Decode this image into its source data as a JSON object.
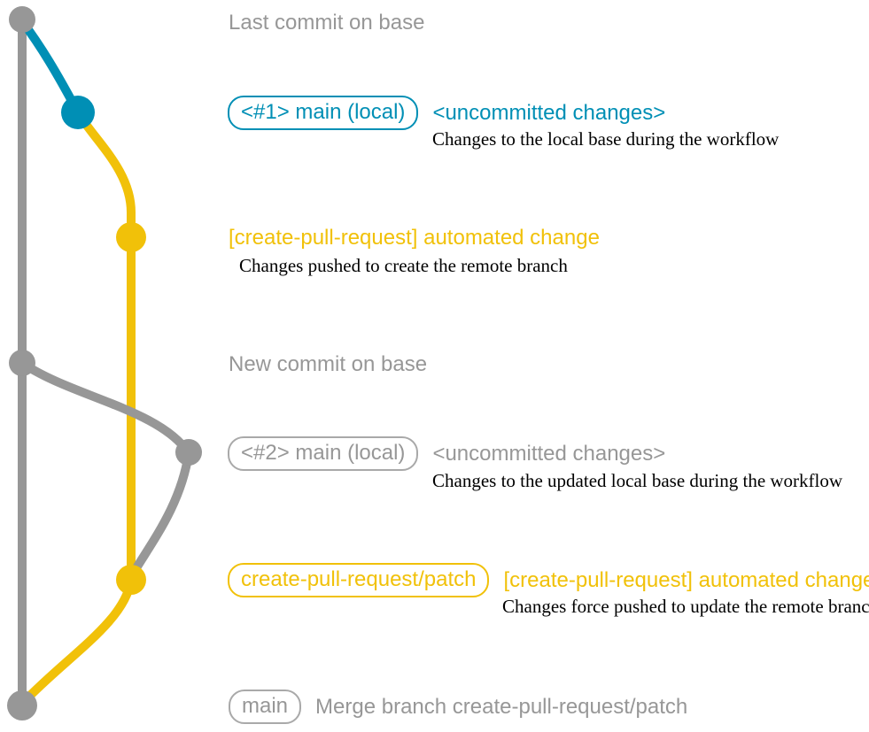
{
  "colors": {
    "gray": "#979797",
    "teal": "#008fb5",
    "yellow": "#f1c109",
    "text_black": "#000000"
  },
  "graph": {
    "branches": [
      {
        "name": "base-main",
        "color": "#979797"
      },
      {
        "name": "main-local",
        "color": "#008fb5"
      },
      {
        "name": "create-pull-request-patch",
        "color": "#f1c109"
      }
    ]
  },
  "rows": {
    "last_commit": {
      "label": "Last commit on base"
    },
    "commit1": {
      "badge": "<#1> main (local)",
      "title": "<uncommitted changes>",
      "desc": "Changes to the local base during the workflow"
    },
    "push1": {
      "title": "[create-pull-request] automated change",
      "desc": "Changes pushed to create the remote branch"
    },
    "new_commit": {
      "label": "New commit on base"
    },
    "commit2": {
      "badge": "<#2> main (local)",
      "title": "<uncommitted changes>",
      "desc": "Changes to the updated local base during the workflow"
    },
    "push2": {
      "badge": "create-pull-request/patch",
      "title": "[create-pull-request] automated change",
      "desc": "Changes force pushed to update the remote branch"
    },
    "merge": {
      "badge": "main",
      "label": "Merge branch create-pull-request/patch"
    }
  }
}
